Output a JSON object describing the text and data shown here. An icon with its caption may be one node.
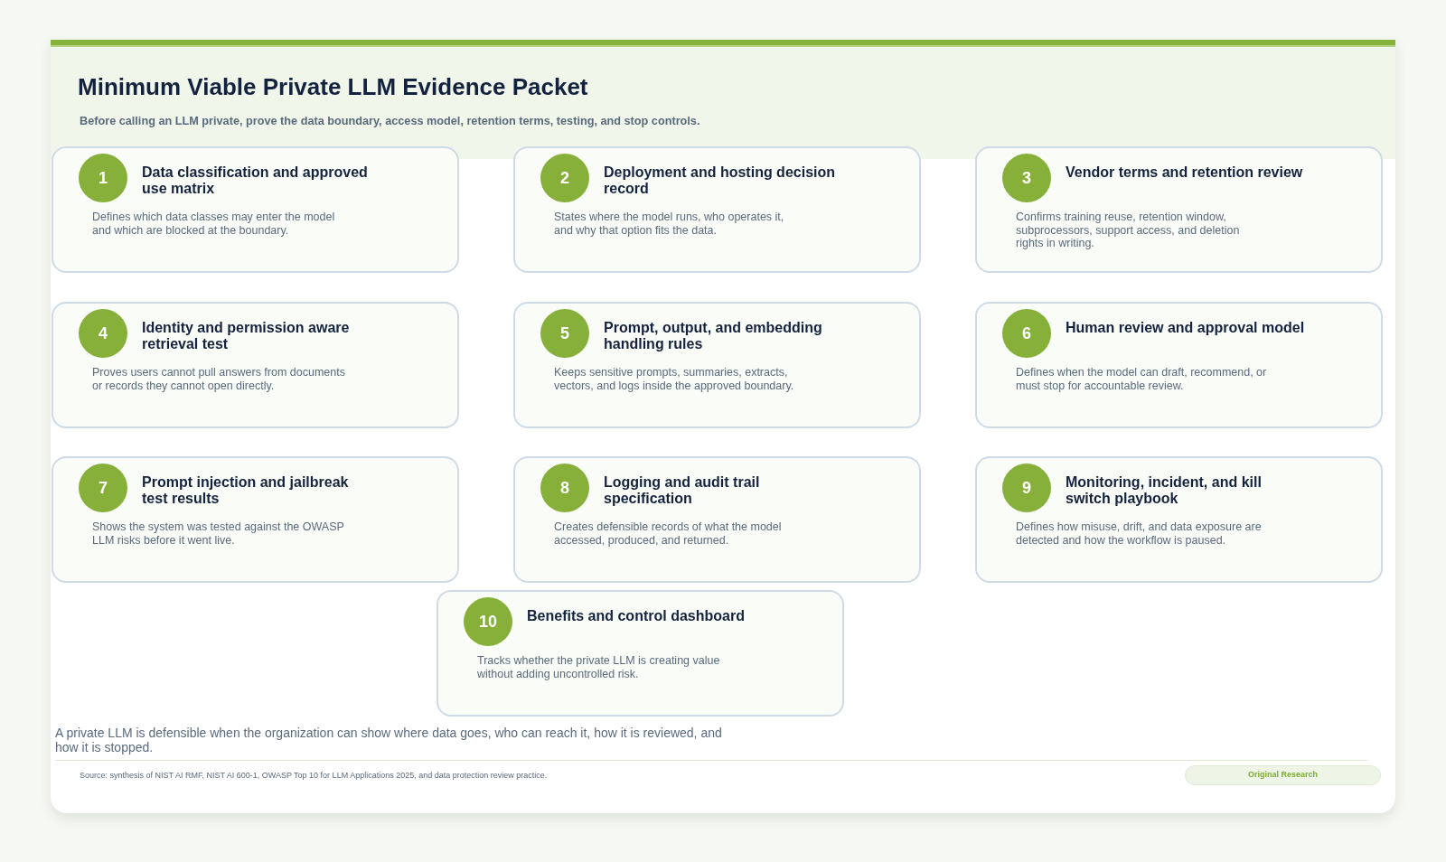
{
  "diagram": {
    "title": "Minimum Viable Private LLM Evidence Packet",
    "nodes": [
      {
        "text": [
          "Data classification and approved use matrix",
          "Defines which data classes may enter the model and which are blocked at the boundary."
        ]
      },
      {
        "text": [
          "1"
        ],
        "in": 0
      },
      {
        "text": [
          "Deployment and hosting decision record",
          "States where the model runs, who operates it, and why that option fits the data."
        ]
      },
      {
        "text": [
          "2"
        ],
        "in": 2
      },
      {
        "text": [
          "Vendor terms and retention review",
          "Confirms training reuse, retention window, subprocessors, support access, and deletion rights in writing."
        ]
      },
      {
        "text": [
          "3"
        ],
        "in": 4
      },
      {
        "text": [
          "Identity and permission aware retrieval test",
          "Proves users cannot pull answers from documents or records they cannot open directly."
        ]
      },
      {
        "text": [
          "4"
        ],
        "in": 6
      },
      {
        "text": [
          "Prompt, output, and embedding handling rules",
          "Keeps sensitive prompts, summaries, extracts, vectors, and logs inside the approved boundary."
        ]
      },
      {
        "text": [
          "5"
        ],
        "in": 8
      },
      {
        "text": [
          "Human review and approval model",
          "Defines when the model can draft, recommend, or must stop for accountable review."
        ]
      },
      {
        "text": [
          "6"
        ],
        "in": 10
      },
      {
        "text": [
          "Prompt injection and jailbreak test results",
          "Shows the system was tested against the OWASP LLM risks before it went live."
        ]
      },
      {
        "text": [
          "7"
        ],
        "in": 12
      },
      {
        "text": [
          "Logging and audit trail specification",
          "Creates defensible records of what the model accessed, produced, and returned."
        ]
      },
      {
        "text": [
          "8"
        ],
        "in": 14
      },
      {
        "text": [
          "Monitoring, incident, and kill switch playbook",
          "Defines how misuse, drift, and data exposure are detected and how the workflow is paused."
        ]
      },
      {
        "text": [
          "9"
        ],
        "in": 16
      },
      {
        "text": [
          "Benefits and control dashboard",
          "Tracks whether the private LLM is creating value without adding uncontrolled risk."
        ]
      },
      {
        "text": [
          "10"
        ],
        "in": 18
      },
      {
        "text": [
          "Original Research"
        ]
      }
    ],
    "labels": [
      "Before calling an LLM private, prove the data boundary, access model, retention terms, testing, and stop controls.",
      "A private LLM is defensible when the organization can show where data goes, who can reach it, how it is reviewed, and how it is stopped.",
      "Source: synthesis of NIST AI RMF, NIST AI 600-1, OWASP Top 10 for LLM Applications 2025, and data protection review practice."
    ]
  }
}
